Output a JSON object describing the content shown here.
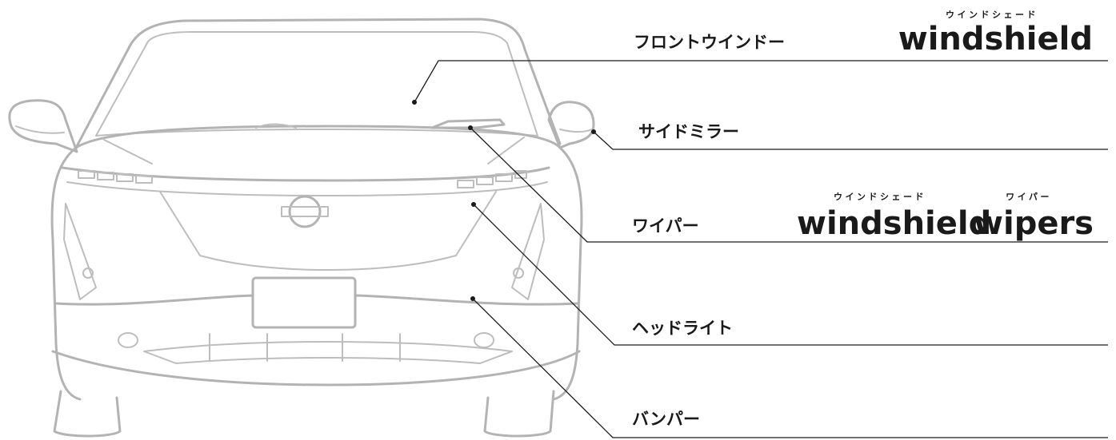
{
  "labels": {
    "windshield": {
      "jp": "フロントウインドー",
      "en": "windshield",
      "ruby": "ウインドシェード"
    },
    "side_mirror": {
      "jp": "サイドミラー"
    },
    "wiper": {
      "jp": "ワイパー",
      "en1": "windshield",
      "ruby1": "ウインドシェード",
      "en2": "wipers",
      "ruby2": "ワイパー"
    },
    "headlight": {
      "jp": "ヘッドライト"
    },
    "bumper": {
      "jp": "バンパー"
    }
  },
  "colors": {
    "car_outline": "#b3b3b3",
    "text": "#1a1a1a",
    "leader": "#1a1a1a"
  }
}
